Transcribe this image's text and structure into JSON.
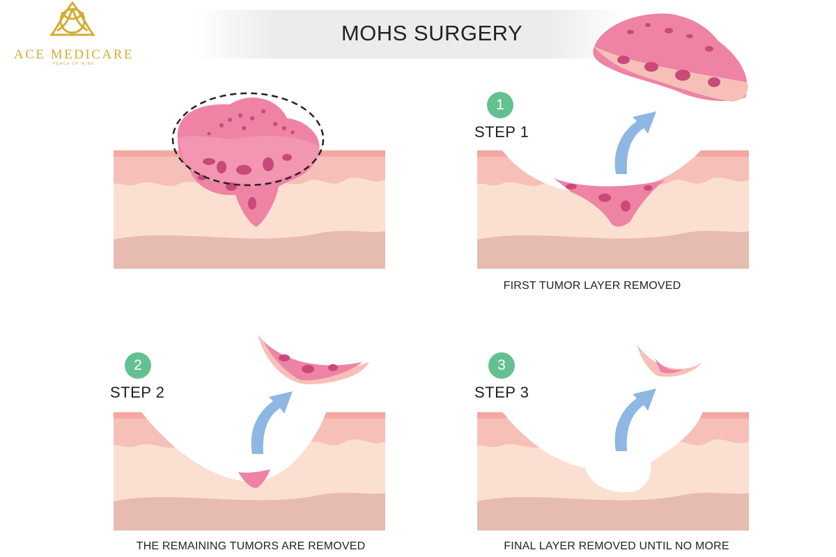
{
  "title": "MOHS SURGERY",
  "brand": {
    "name": "ACE MEDICARE",
    "tagline": "PEACE OF MIND",
    "color": "#d2ad32"
  },
  "steps": [
    {
      "number": "1",
      "label": "STEP 1",
      "caption": "FIRST TUMOR LAYER REMOVED"
    },
    {
      "number": "2",
      "label": "STEP 2",
      "caption": "THE REMAINING TUMORS ARE REMOVED"
    },
    {
      "number": "3",
      "label": "STEP 3",
      "caption": "FINAL LAYER REMOVED UNTIL NO MORE"
    }
  ],
  "colors": {
    "epidermis": "#f6c0b9",
    "dermis": "#fbe0d2",
    "subcutis": "#e7bcb0",
    "tumor": "#ee83a4",
    "tumor_spot": "#c9497a",
    "arrow": "#8eb7e3",
    "step_circle": "#62c18f"
  }
}
